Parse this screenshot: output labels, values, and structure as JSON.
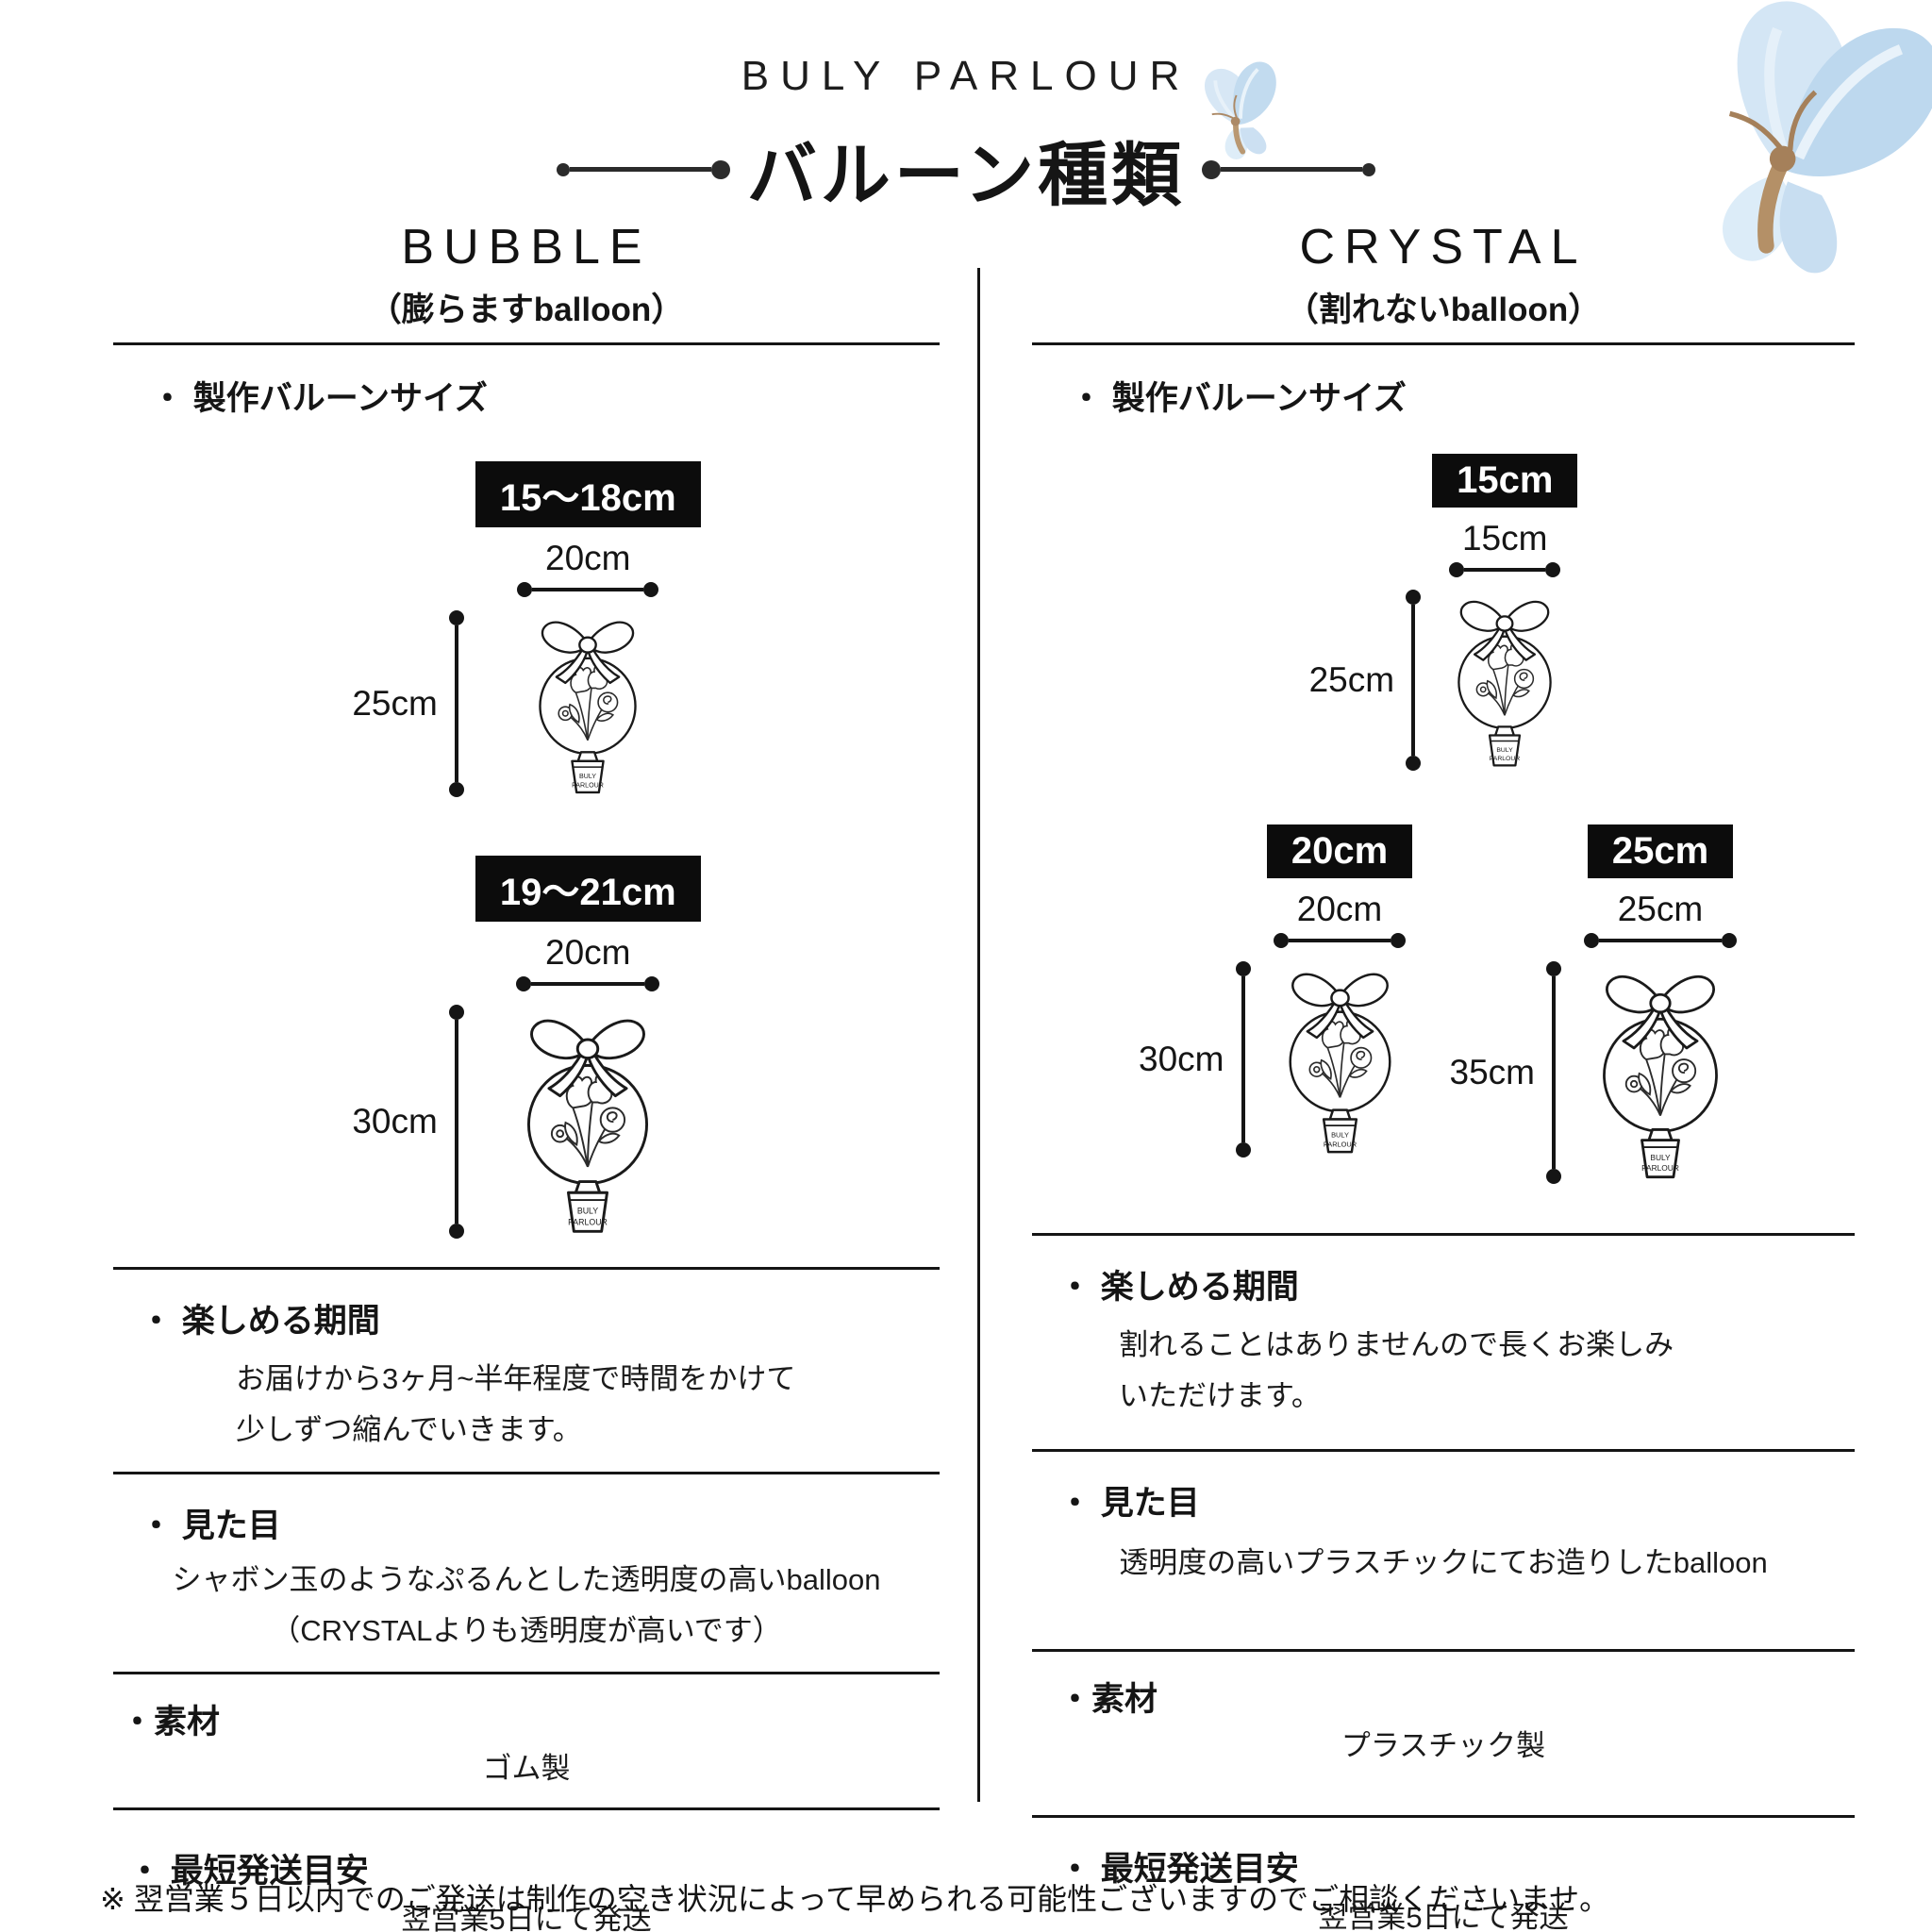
{
  "header": {
    "brand": "BULY PARLOUR",
    "title": "バルーン種類"
  },
  "theme": {
    "ink": "#151515",
    "badge_bg": "#0c0c0c",
    "badge_text": "#ffffff",
    "butterfly_blue": "#c6dcef"
  },
  "left": {
    "name": "BUBBLE",
    "subtitle": "（膨らますballoon）",
    "size_label": "・ 製作バルーンサイズ",
    "balloons": [
      {
        "badge": "15〜18cm",
        "width": "20cm",
        "height": "25cm"
      },
      {
        "badge": "19〜21cm",
        "width": "20cm",
        "height": "30cm"
      }
    ],
    "period_label": "・ 楽しめる期間",
    "period_line1": "お届けから3ヶ月~半年程度で時間をかけて",
    "period_line2": "少しずつ縮んでいきます。",
    "look_label": "・ 見た目",
    "look_line1": "シャボン玉のようなぷるんとした透明度の高いballoon",
    "look_line2": "（CRYSTALよりも透明度が高いです）",
    "material_label": "・素材",
    "material_value": "ゴム製",
    "shipping_label": "・ 最短発送目安",
    "shipping_value": "翌営業5日にて発送"
  },
  "right": {
    "name": "CRYSTAL",
    "subtitle": "（割れないballoon）",
    "size_label": "・ 製作バルーンサイズ",
    "balloons": [
      {
        "badge": "15cm",
        "width": "15cm",
        "height": "25cm"
      },
      {
        "badge": "20cm",
        "width": "20cm",
        "height": "30cm"
      },
      {
        "badge": "25cm",
        "width": "25cm",
        "height": "35cm"
      }
    ],
    "period_label": "・ 楽しめる期間",
    "period_line1": "割れることはありませんので長くお楽しみ",
    "period_line2": "いただけます。",
    "look_label": "・ 見た目",
    "look_line1": "透明度の高いプラスチックにてお造りしたballoon",
    "look_line2": "",
    "material_label": "・素材",
    "material_value": "プラスチック製",
    "shipping_label": "・ 最短発送目安",
    "shipping_value": "翌営業5日にて発送"
  },
  "balloon_text_line1": "BULY",
  "balloon_text_line2": "PARLOUR",
  "footer": {
    "note": "※ 翌営業５日以内でのご発送は制作の空き状況によって早められる可能性ございますのでご相談くださいませ。"
  }
}
